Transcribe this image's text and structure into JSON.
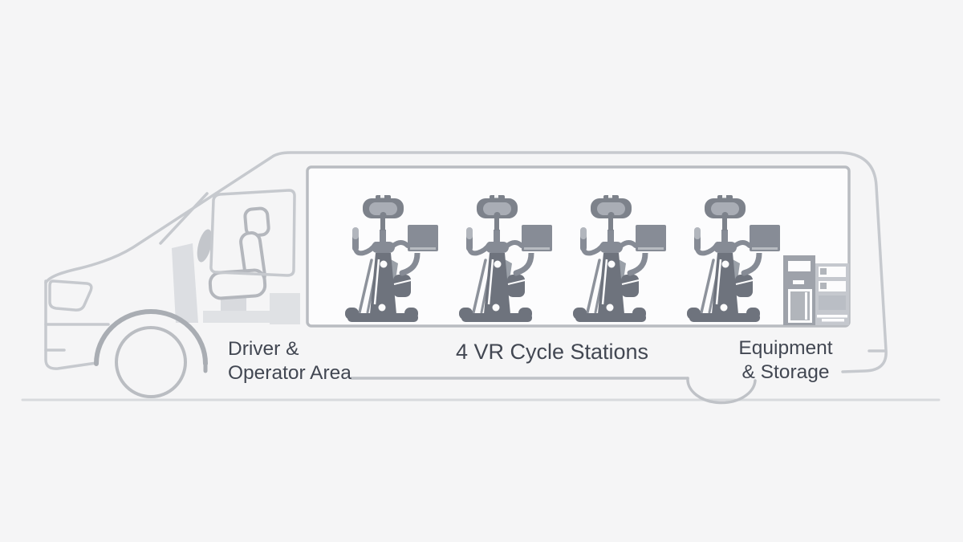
{
  "diagram": {
    "subject": "van-side-view-cutaway",
    "zones": [
      {
        "id": "driver-operator-area",
        "label_lines": [
          "Driver &",
          "Operator Area"
        ]
      },
      {
        "id": "vr-cycle-stations",
        "label": "4 VR Cycle Stations",
        "station_count": 4
      },
      {
        "id": "equipment-storage",
        "label_lines": [
          "Equipment",
          "& Storage"
        ]
      }
    ]
  },
  "colors": {
    "background": "#f5f5f6",
    "van_outline": "#c6c9ce",
    "wheel_arch": "#a9adb3",
    "wheel": "#babdc2",
    "ground_line": "#d8dadd",
    "cargo_fill": "#fcfcfd",
    "cargo_border": "#b9bcc1",
    "bike_dark": "#6e737d",
    "bike_medium": "#868b95",
    "bike_light": "#9aa0a8",
    "headset_shell": "#7d828b",
    "headset_lens": "#a9adb5",
    "grip_tip": "#b2b6bd",
    "storage_dark": "#9ea2aa",
    "storage_light": "#c5c8ce",
    "storage_panel": "#b1b5bb",
    "label_text": "#424752"
  }
}
